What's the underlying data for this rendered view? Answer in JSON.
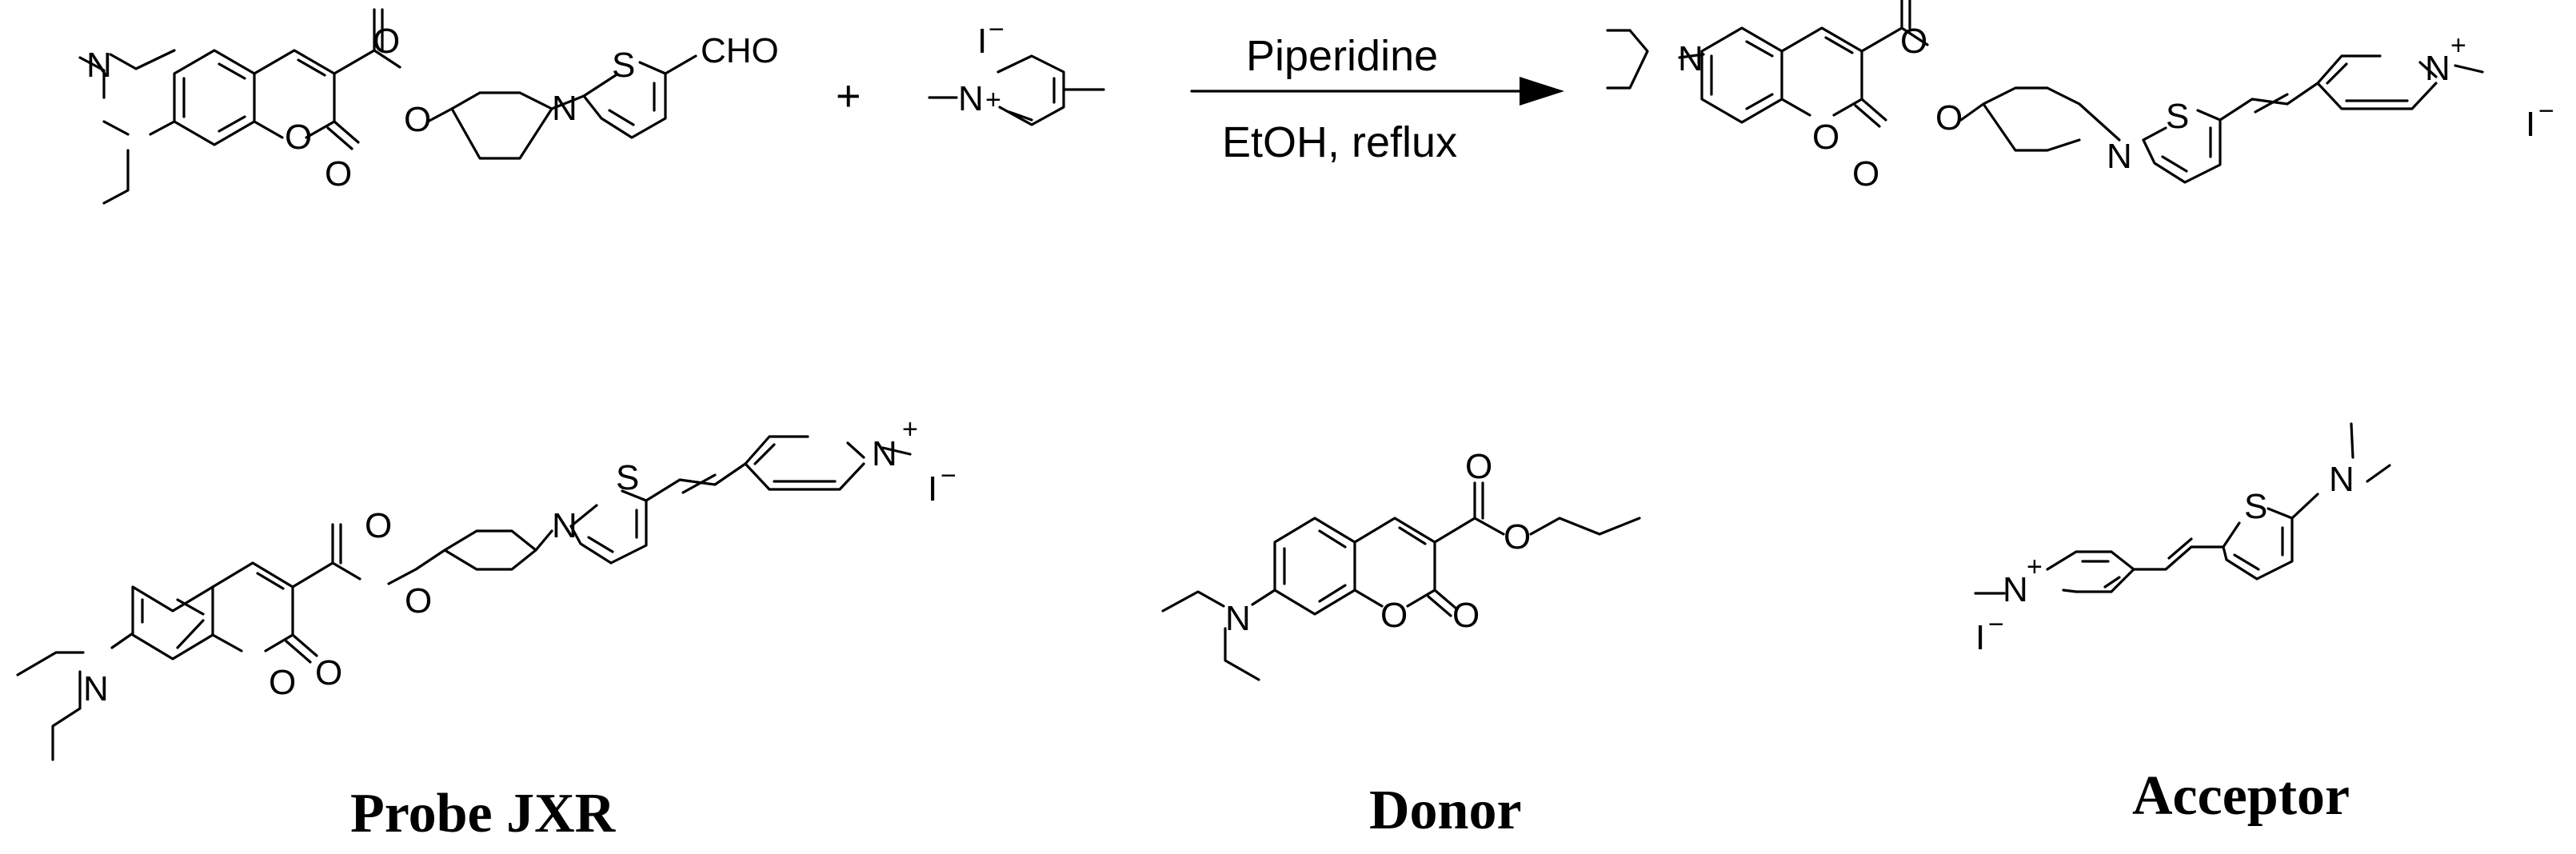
{
  "reaction": {
    "plus": "+",
    "reagent": "Piperidine",
    "conditions": "EtOH, reflux"
  },
  "atom_labels": {
    "N": "N",
    "O": "O",
    "S": "S",
    "CHO": "CHO",
    "I": "I",
    "minus": "−",
    "plus": "+"
  },
  "captions": {
    "probe": "Probe JXR",
    "donor": "Donor",
    "acceptor": "Acceptor"
  }
}
